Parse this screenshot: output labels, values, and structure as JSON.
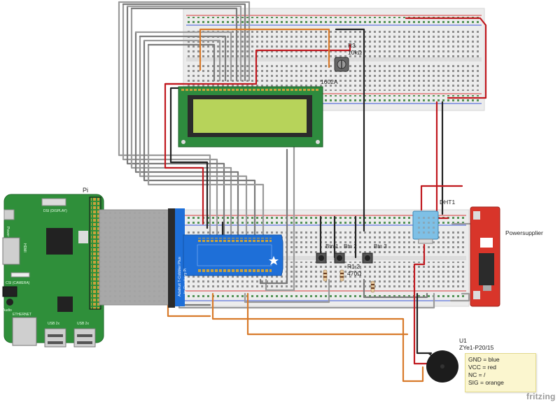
{
  "labels": {
    "pi": "Pi",
    "pi_display": "DSI (DISPLAY)",
    "pi_ethernet": "ETHERNET",
    "pi_usb1": "USB 2x",
    "pi_usb2": "USB 2x",
    "pi_power": "Power",
    "pi_hdmi": "HDMI",
    "pi_camera": "CSI (CAMERA)",
    "pi_audio": "Audio",
    "cobbler": "Adafruit T-Cobbler Plus",
    "cobbler_sub": "for Raspberry Pi",
    "r3": "R3",
    "r3_value": "10kΩ",
    "lcd_label": "1602A",
    "btn1": "Btn 1",
    "btn2": "Btn 2",
    "btn3": "Btn 3",
    "r12": "R1,2,",
    "r12_value": "470Ω",
    "dht": "DHT1",
    "power": "Powersupplier",
    "u1": "U1",
    "u1_part": "ZYe1-P20/15"
  },
  "note": {
    "gnd": "GND = blue",
    "vcc": "VCC = red",
    "nc": "NC = /",
    "sig": "SIG = orange"
  },
  "brand": "fritzing",
  "colors": {
    "pi_board": "#2f8f3a",
    "breadboard": "#e9e9e9",
    "lcd_screen": "#b7d35a",
    "cobbler": "#1e6fd8",
    "power_module": "#d8352a",
    "dht": "#7ec0e6",
    "wire_red": "#c0181e",
    "wire_orange": "#d87a2a",
    "wire_gray": "#9a9a9a"
  }
}
